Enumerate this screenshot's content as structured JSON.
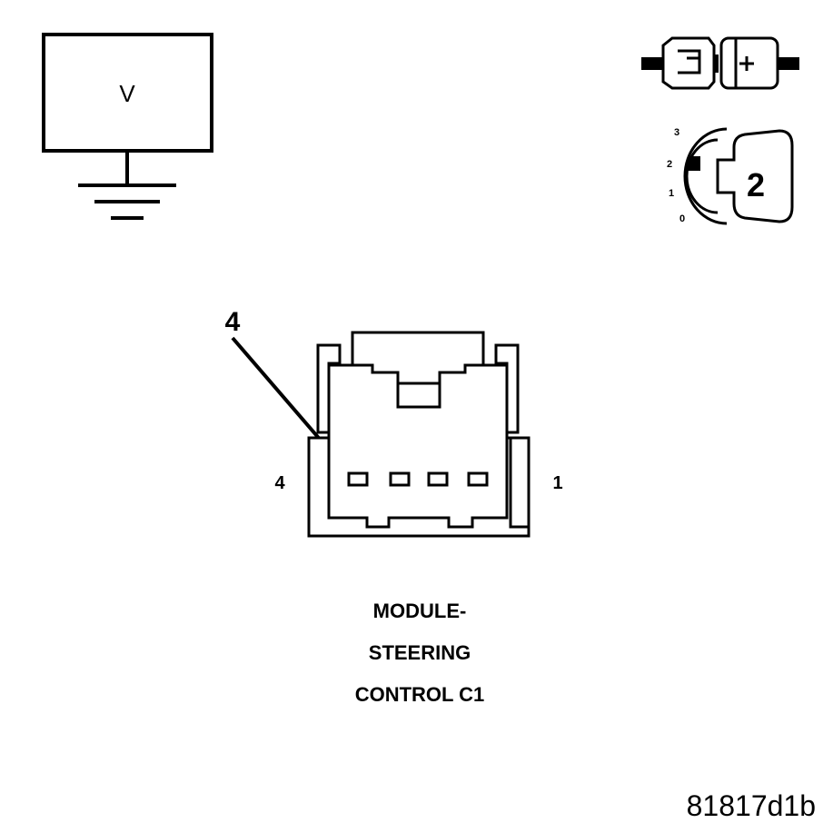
{
  "meter": {
    "label": "V",
    "icon": "voltmeter-icon"
  },
  "ground": {
    "icon": "ground-symbol-icon"
  },
  "connector_disconnect": {
    "icon": "connector-disconnected-icon"
  },
  "ignition": {
    "icon": "ignition-key-icon",
    "scale": [
      "3",
      "2",
      "1",
      "0"
    ],
    "position": "2",
    "selected_scale_index": 1
  },
  "connector": {
    "callout_pin": "4",
    "left_pin_label": "4",
    "right_pin_label": "1",
    "pin_count": 4,
    "name_lines": [
      "MODULE-",
      "STEERING",
      "CONTROL C1"
    ]
  },
  "figure_id": "81817d1b"
}
